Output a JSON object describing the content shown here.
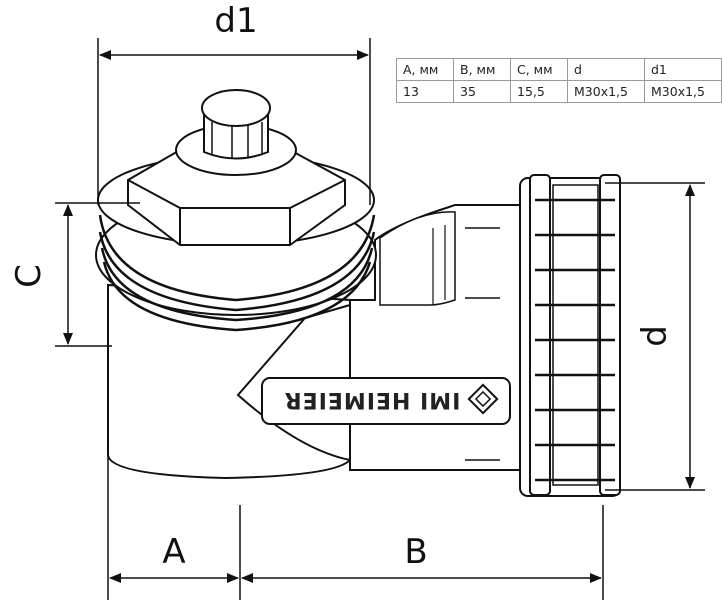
{
  "dimension_labels": {
    "d1_top": "d1",
    "C": "C",
    "d_right": "d",
    "A": "A",
    "B": "B"
  },
  "logo": {
    "text": "IMI HEIMEIER",
    "icon": "diamond-logo-icon"
  },
  "spec_table": {
    "headers": [
      "A, мм",
      "B, мм",
      "C, мм",
      "d",
      "d1"
    ],
    "rows": [
      [
        "13",
        "35",
        "15,5",
        "M30x1,5",
        "M30x1,5"
      ]
    ]
  },
  "colors": {
    "line": "#111111",
    "body_fill": "#ffffff",
    "table_border": "#9a9a9a"
  }
}
